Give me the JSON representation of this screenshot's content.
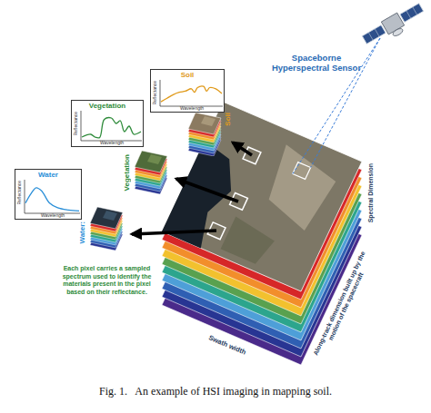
{
  "diagram": {
    "caption": "Fig. 1.   An example of HSI imaging in mapping soil.",
    "nodes": [
      {
        "text": [
          "Soil",
          "Reflectance",
          "Wavelength"
        ]
      },
      {
        "text": [
          "Vegetation",
          "Reflectance",
          "Wavelength"
        ]
      },
      {
        "text": [
          "Water",
          "Reflectance",
          "Wavelength"
        ]
      },
      {
        "text": [
          "Soil"
        ]
      },
      {
        "text": [
          "Vegetation"
        ]
      },
      {
        "text": [
          "Water:"
        ]
      }
    ],
    "labels": [
      "Spaceborne Hyperspectral Sensor",
      "Spectral Dimension",
      "Along-track dimension built up by the motion of the spacecraft",
      "Swath width",
      "Each pixel carries a sampled spectrum used to identify the materials present in the pixel based on their reflectance."
    ]
  }
}
